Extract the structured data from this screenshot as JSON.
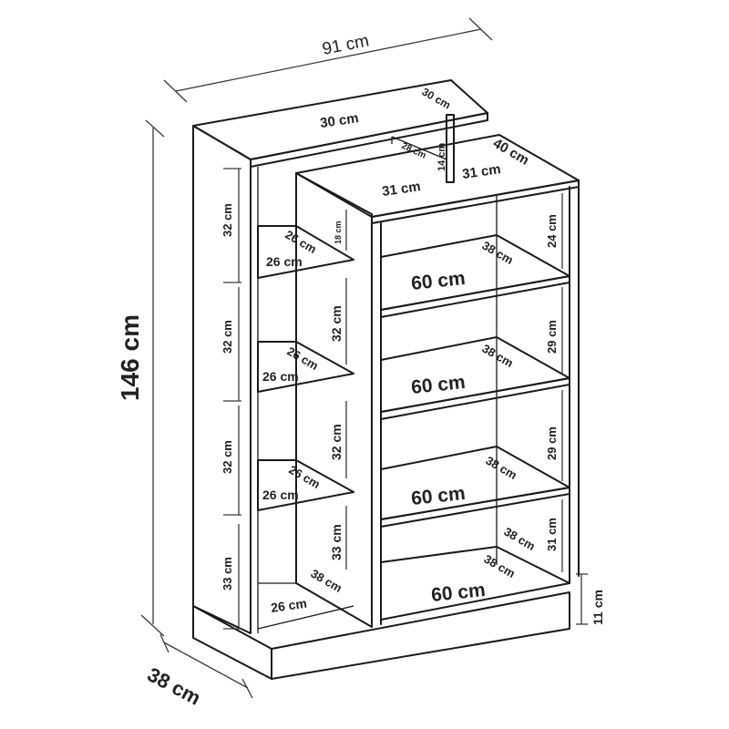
{
  "dimensions": {
    "width_total": "91 cm",
    "height_total": "146 cm",
    "depth_total": "38 cm",
    "top_width": "30 cm",
    "top_depth": "30 cm",
    "divider_depth": "28 cm",
    "divider_height": "14 cm",
    "right_depth_top": "40 cm",
    "right_width_a": "31 cm",
    "right_width_b": "31 cm",
    "left_h1": "32 cm",
    "left_h2": "32 cm",
    "left_h3": "32 cm",
    "left_h4": "33 cm",
    "left_shelf_d1": "26 cm",
    "left_shelf_w1": "26 cm",
    "left_shelf_d2": "26 cm",
    "left_shelf_w2": "26 cm",
    "left_shelf_d3": "26 cm",
    "left_shelf_w3": "26 cm",
    "left_bottom_w": "26 cm",
    "left_bottom_d": "38 cm",
    "mid_h1": "18 cm",
    "mid_h2": "32 cm",
    "mid_h3": "32 cm",
    "mid_h4": "33 cm",
    "right_shelf_w1": "60 cm",
    "right_shelf_d1": "38 cm",
    "right_shelf_w2": "60 cm",
    "right_shelf_d2": "38 cm",
    "right_shelf_w3": "60 cm",
    "right_shelf_d3": "38 cm",
    "right_shelf_w4": "60 cm",
    "right_shelf_d4": "38 cm",
    "right_shelf_d5": "38 cm",
    "right_h1": "24 cm",
    "right_h2": "29 cm",
    "right_h3": "29 cm",
    "right_h4": "31 cm",
    "plinth_h": "11 cm"
  }
}
